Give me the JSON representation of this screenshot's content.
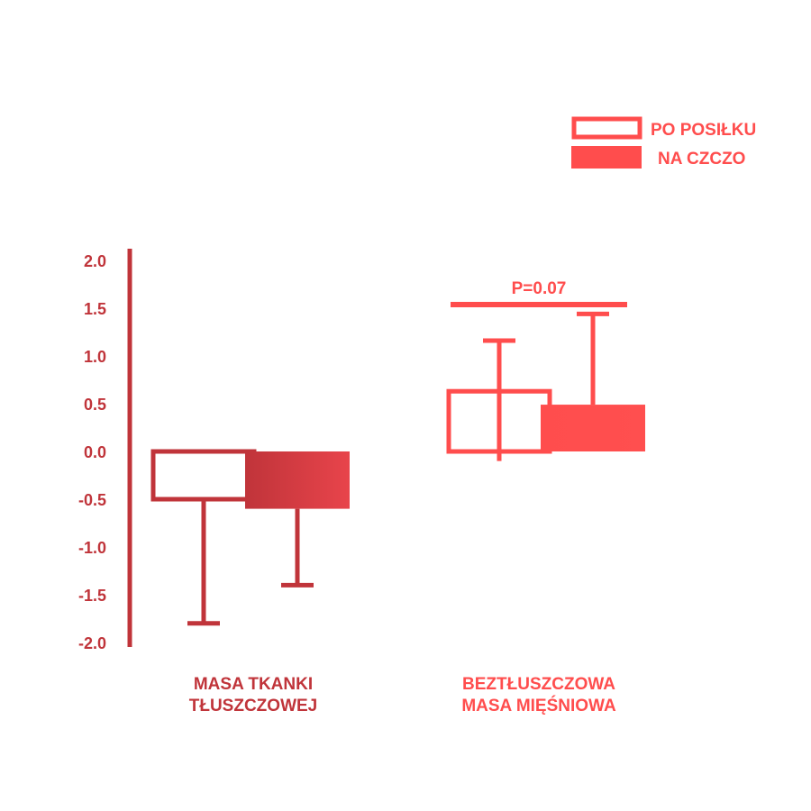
{
  "chart_data": {
    "type": "bar",
    "categories": [
      [
        "MASA TKANKI",
        "TŁUSZCZOWEJ"
      ],
      [
        "BEZTŁUSZCZOWA",
        "MASA MIĘŚNIOWA"
      ]
    ],
    "series": [
      {
        "name": "PO POSIŁKU",
        "values": [
          -0.5,
          0.63
        ],
        "error_plus": [
          0,
          0.53
        ],
        "error_minus": [
          1.3,
          0.73
        ],
        "style": "outline"
      },
      {
        "name": "NA CZCZO",
        "values": [
          -0.6,
          0.49
        ],
        "error_plus": [
          0,
          0.95
        ],
        "error_minus": [
          0.8,
          0
        ],
        "style": "filled"
      }
    ],
    "annotations": [
      {
        "text": "P=0.07",
        "category_index": 1
      }
    ],
    "ylim": [
      -2.0,
      2.0
    ],
    "yticks": [
      "2.0",
      "1.5",
      "1.0",
      "0.5",
      "0.0",
      "-0.5",
      "-1.0",
      "-1.5",
      "-2.0"
    ],
    "ytick_values": [
      2.0,
      1.5,
      1.0,
      0.5,
      0.0,
      -0.5,
      -1.0,
      -1.5,
      -2.0
    ],
    "title": "",
    "xlabel": "",
    "ylabel": "",
    "legend_position": "top-right",
    "grid": false,
    "colors": {
      "primary": "#ff4d4d",
      "dark": "#c0343a",
      "mid": "#d9424a"
    }
  }
}
